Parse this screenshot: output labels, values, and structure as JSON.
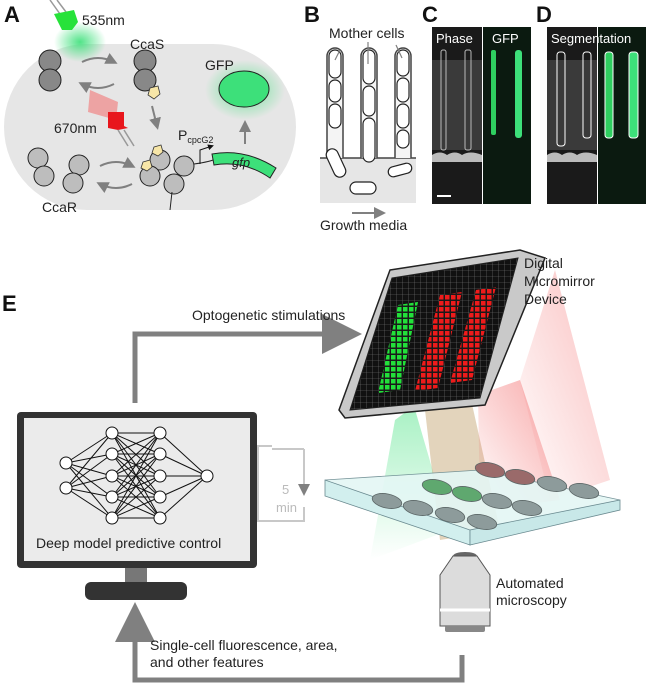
{
  "panels": {
    "a": "A",
    "b": "B",
    "c": "C",
    "d": "D",
    "e": "E"
  },
  "panel_a": {
    "green_light": "535nm",
    "red_light": "670nm",
    "ccas": "CcaS",
    "ccar": "CcaR",
    "gfp_protein": "GFP",
    "promoter": "P",
    "promoter_sub": "cpcG2",
    "gene": "gfp"
  },
  "panel_b": {
    "mother_cells": "Mother cells",
    "growth_media": "Growth media"
  },
  "panel_c": {
    "phase": "Phase",
    "gfp": "GFP"
  },
  "panel_d": {
    "segmentation": "Segmentation"
  },
  "panel_e": {
    "optogenetic": "Optogenetic stimulations",
    "dmd_line1": "Digital",
    "dmd_line2": "Micromirror",
    "dmd_line3": "Device",
    "loop_5": "5",
    "loop_min": "min",
    "controller": "Deep model predictive control",
    "microscopy_line1": "Automated",
    "microscopy_line2": "microscopy",
    "feedback_line1": "Single-cell fluorescence, area,",
    "feedback_line2": "and other features"
  },
  "colors": {
    "green": "#3de07a",
    "red": "#e8161c",
    "arrow": "#808080",
    "cell_bg": "#e6e6e6"
  }
}
